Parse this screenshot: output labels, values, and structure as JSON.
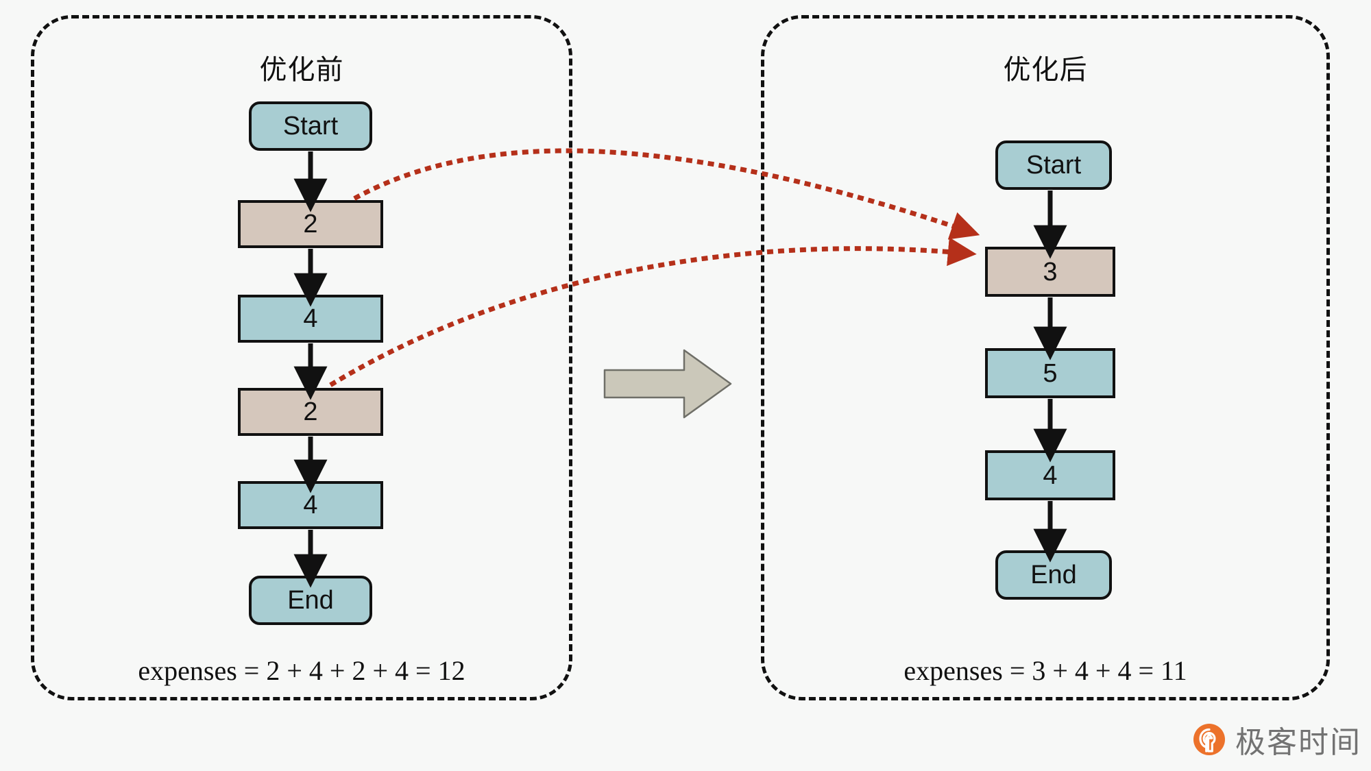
{
  "panels": [
    {
      "id": "before",
      "title": "优化前",
      "expenses": "expenses = 2 + 4 + 2 + 4 = 12",
      "nodes": [
        {
          "label": "Start",
          "kind": "terminator",
          "color": "teal"
        },
        {
          "label": "2",
          "kind": "step",
          "color": "tan"
        },
        {
          "label": "4",
          "kind": "step",
          "color": "teal"
        },
        {
          "label": "2",
          "kind": "step",
          "color": "tan"
        },
        {
          "label": "4",
          "kind": "step",
          "color": "teal"
        },
        {
          "label": "End",
          "kind": "terminator",
          "color": "teal"
        }
      ]
    },
    {
      "id": "after",
      "title": "优化后",
      "expenses": "expenses = 3 + 4 + 4 = 11",
      "nodes": [
        {
          "label": "Start",
          "kind": "terminator",
          "color": "teal"
        },
        {
          "label": "3",
          "kind": "step",
          "color": "tan"
        },
        {
          "label": "5",
          "kind": "step",
          "color": "teal"
        },
        {
          "label": "4",
          "kind": "step",
          "color": "teal"
        },
        {
          "label": "End",
          "kind": "terminator",
          "color": "teal"
        }
      ]
    }
  ],
  "transition_arrow": {
    "name": "transformation-arrow"
  },
  "mapping_arrows": [
    {
      "from": "before.node.2",
      "to": "after.node.3",
      "style": "dotted"
    },
    {
      "from": "before.node.2b",
      "to": "after.node.3",
      "style": "dotted"
    }
  ],
  "colors": {
    "teal": "#a8cdd2",
    "tan": "#d5c7bc",
    "outline": "#111111",
    "red_dotted": "#b5301a",
    "grey_arrow": "#cbc8ba",
    "background": "#f7f8f7",
    "watermark_orange": "#ec6b21",
    "watermark_text": "#6b6b6b"
  },
  "watermark": {
    "text": "极客时间",
    "icon": "geektime-logo-icon"
  }
}
